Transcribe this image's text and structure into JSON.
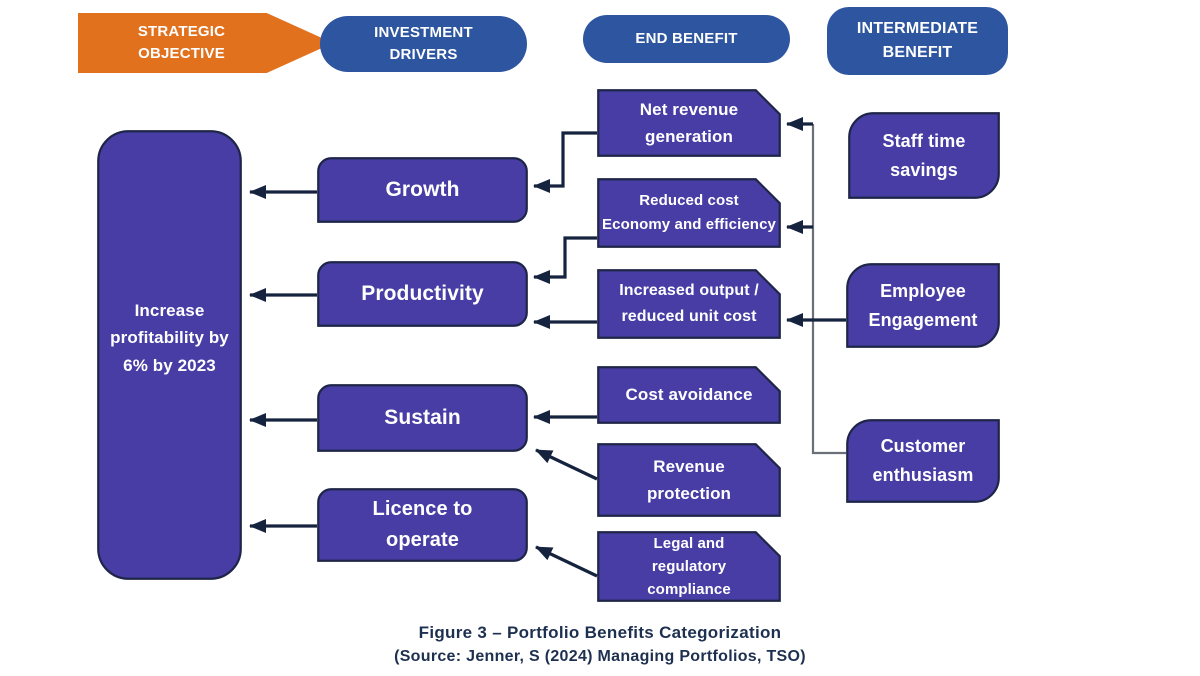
{
  "colors": {
    "node_fill": "#473da4",
    "node_stroke": "#1e2547",
    "header_blue": "#2d55a0",
    "orange": "#e2711e",
    "arrow": "#16233f",
    "link_gray": "#6b6f78",
    "caption": "#1e3050",
    "text": "#ffffff",
    "background": "#ffffff"
  },
  "headers": {
    "strategic_objective": "STRATEGIC\nOBJECTIVE",
    "investment_drivers": "INVESTMENT\nDRIVERS",
    "end_benefit": "END BENEFIT",
    "intermediate_benefit": "INTERMEDIATE\nBENEFIT"
  },
  "strategic_objective": {
    "label": "Increase profitability by 6% by 2023"
  },
  "investment_drivers": [
    {
      "label": "Growth"
    },
    {
      "label": "Productivity"
    },
    {
      "label": "Sustain"
    },
    {
      "label": "Licence to\noperate"
    }
  ],
  "end_benefits": [
    {
      "label": "Net revenue\ngeneration"
    },
    {
      "label": "Reduced cost\nEconomy and efficiency"
    },
    {
      "label": "Increased output /\nreduced unit cost"
    },
    {
      "label": "Cost avoidance"
    },
    {
      "label": "Revenue\nprotection"
    },
    {
      "label": "Legal and\nregulatory\ncompliance"
    }
  ],
  "intermediate_benefits": [
    {
      "label": "Staff time\nsavings"
    },
    {
      "label": "Employee\nEngagement"
    },
    {
      "label": "Customer\nenthusiasm"
    }
  ],
  "edges": [
    {
      "from": "Growth",
      "to": "Increase profitability by 6% by 2023"
    },
    {
      "from": "Productivity",
      "to": "Increase profitability by 6% by 2023"
    },
    {
      "from": "Sustain",
      "to": "Increase profitability by 6% by 2023"
    },
    {
      "from": "Licence to operate",
      "to": "Increase profitability by 6% by 2023"
    },
    {
      "from": "Net revenue generation",
      "to": "Growth"
    },
    {
      "from": "Reduced cost Economy and efficiency",
      "to": "Productivity"
    },
    {
      "from": "Increased output / reduced unit cost",
      "to": "Productivity"
    },
    {
      "from": "Cost avoidance",
      "to": "Sustain"
    },
    {
      "from": "Revenue protection",
      "to": "Sustain"
    },
    {
      "from": "Legal and regulatory compliance",
      "to": "Licence to operate"
    },
    {
      "from": "Customer enthusiasm",
      "to": "Net revenue generation"
    },
    {
      "from": "Customer enthusiasm",
      "to": "Reduced cost Economy and efficiency"
    },
    {
      "from": "Employee Engagement",
      "to": "Increased output / reduced unit cost"
    }
  ],
  "caption": {
    "line1": "Figure 3 – Portfolio Benefits Categorization",
    "line2": "(Source: Jenner, S (2024) Managing Portfolios, TSO)"
  }
}
